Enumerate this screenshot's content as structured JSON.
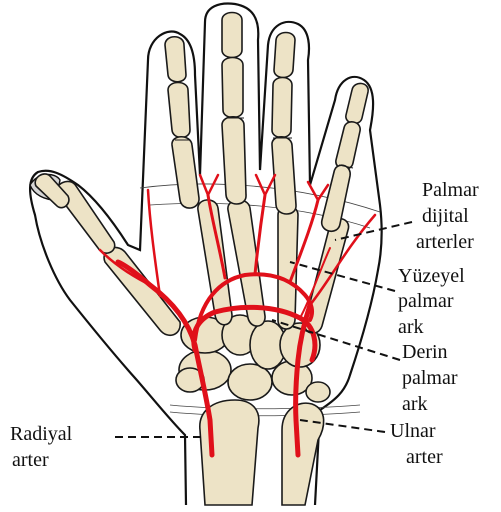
{
  "labels": {
    "palmar_digital_line1": "Palmar",
    "palmar_digital_line2": "dijital",
    "palmar_digital_line3": "arterler",
    "superficial_line1": "Yüzeyel",
    "superficial_line2": "palmar",
    "superficial_line3": "ark",
    "deep_line1": "Derin",
    "deep_line2": "palmar",
    "deep_line3": "ark",
    "ulnar_line1": "Ulnar",
    "ulnar_line2": "arter",
    "radial_line1": "Radiyal",
    "radial_line2": "arter"
  },
  "colors": {
    "artery": "#e0101a",
    "bone": "#ede3c6",
    "outline": "#111111"
  }
}
